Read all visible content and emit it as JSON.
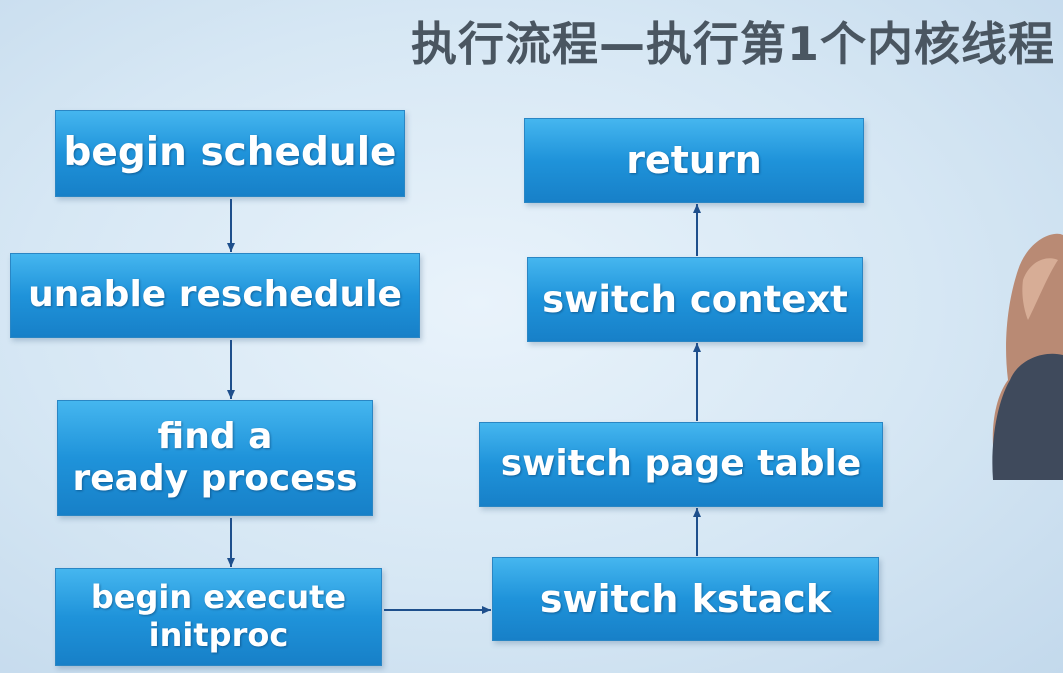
{
  "title": "执行流程—执行第1个内核线程",
  "nodes": {
    "begin_schedule": "begin schedule",
    "unable_reschedule": "unable reschedule",
    "find_ready_line1": "find a",
    "find_ready_line2": "ready process",
    "begin_execute_line1": "begin execute",
    "begin_execute_line2": "initproc",
    "switch_kstack": "switch kstack",
    "switch_page_table": "switch page table",
    "switch_context": "switch context",
    "return": "return"
  },
  "colors": {
    "box_blue": "#1f93da",
    "arrow": "#1e4f8c",
    "title_gray": "#4a5661"
  }
}
